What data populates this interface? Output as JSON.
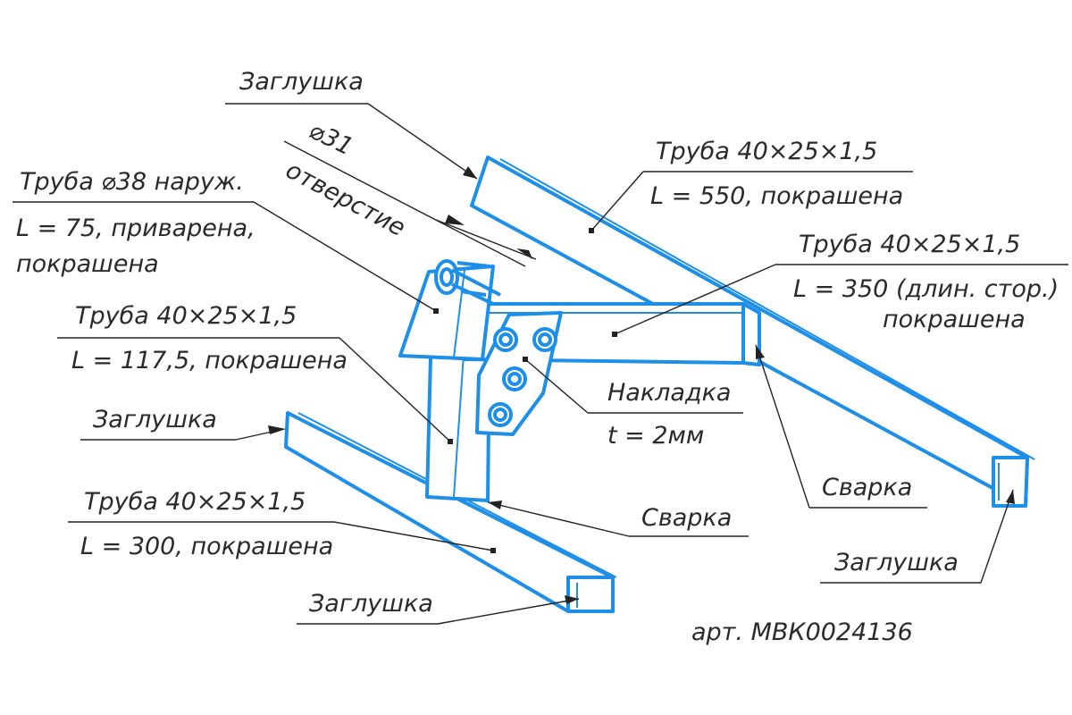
{
  "labels": {
    "plug_top": "Заглушка",
    "hole_diameter": "⌀31",
    "hole_word": "отверстие",
    "pipe38_line1": "Труба ⌀38 наруж.",
    "pipe38_line2": "L = 75, приварена,",
    "pipe38_line3": "покрашена",
    "pipe550_line1": "Труба 40×25×1,5",
    "pipe550_line2": "L = 550, покрашена",
    "pipe350_line1": "Труба 40×25×1,5",
    "pipe350_line2": "L = 350 (длин. стор.)",
    "pipe350_line3": "покрашена",
    "pipe117_line1": "Труба 40×25×1,5",
    "pipe117_line2": "L = 117,5, покрашена",
    "plate_line1": "Накладка",
    "plate_line2": "t = 2мм",
    "plug_left": "Заглушка",
    "weld_right": "Сварка",
    "weld_center": "Сварка",
    "pipe300_line1": "Труба 40×25×1,5",
    "pipe300_line2": "L = 300, покрашена",
    "plug_bottom": "Заглушка",
    "plug_right": "Заглушка",
    "article": "арт. МВК0024136"
  },
  "colors": {
    "part_outline": "#1d8fe8",
    "annotation": "#222222"
  }
}
